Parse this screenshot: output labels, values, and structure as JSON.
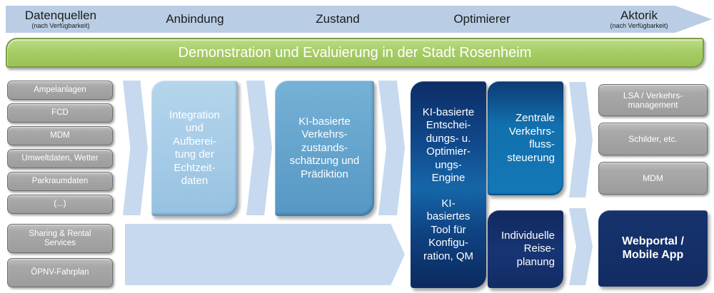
{
  "colors": {
    "band_blue": "#b9cde4",
    "arrow_blue": "#c6d9ee",
    "banner_green": "#a3cb63",
    "banner_border": "#7d9c44",
    "box_gray": "#a6a6a6",
    "light_blue_box": "#a9cde8",
    "mid_blue_box": "#66a5cd",
    "bright_blue_box": "#1478b6",
    "navy_box": "#132c63",
    "text_dark": "#1c1c1c",
    "text_white": "#ffffff"
  },
  "stages": [
    {
      "label": "Datenquellen",
      "note": "(nach Verfügbarkeit)"
    },
    {
      "label": "Anbindung",
      "note": ""
    },
    {
      "label": "Zustand",
      "note": ""
    },
    {
      "label": "Optimierer",
      "note": ""
    },
    {
      "label": "Aktorik",
      "note": "(nach Verfügbarkeit)"
    }
  ],
  "banner": {
    "title": "Demonstration und Evaluierung in der Stadt Rosenheim"
  },
  "sources": [
    "Ampelanlagen",
    "FCD",
    "MDM",
    "Umweltdaten, Wetter",
    "Parkraumdaten",
    "(...)",
    "Sharing & Rental\nServices",
    "ÖPNV-Fahrplan"
  ],
  "process": {
    "integration": "Integration\nund\nAufberei-\ntung der\nEchtzeit-\ndaten",
    "state_estimation": "KI-basierte\nVerkehrs-\nzustands-\nschätzung und\nPrädiktion",
    "decision_engine": "KI-basierte\nEntschei-\ndungs- u.\nOptimier-\nungs-\nEngine",
    "config_tool": "KI-\nbasiertes\nTool für\nKonfigu-\nration, QM",
    "central_flow_control": "Zentrale\nVerkehrs-\nfluss-\nsteuerung",
    "individual_travel_planning": "Individuelle\nReise-\nplanung",
    "webportal": "Webportal /\nMobile App"
  },
  "actuators": [
    "LSA / Verkehrs-\nmanagement",
    "Schilder, etc.",
    "MDM"
  ]
}
